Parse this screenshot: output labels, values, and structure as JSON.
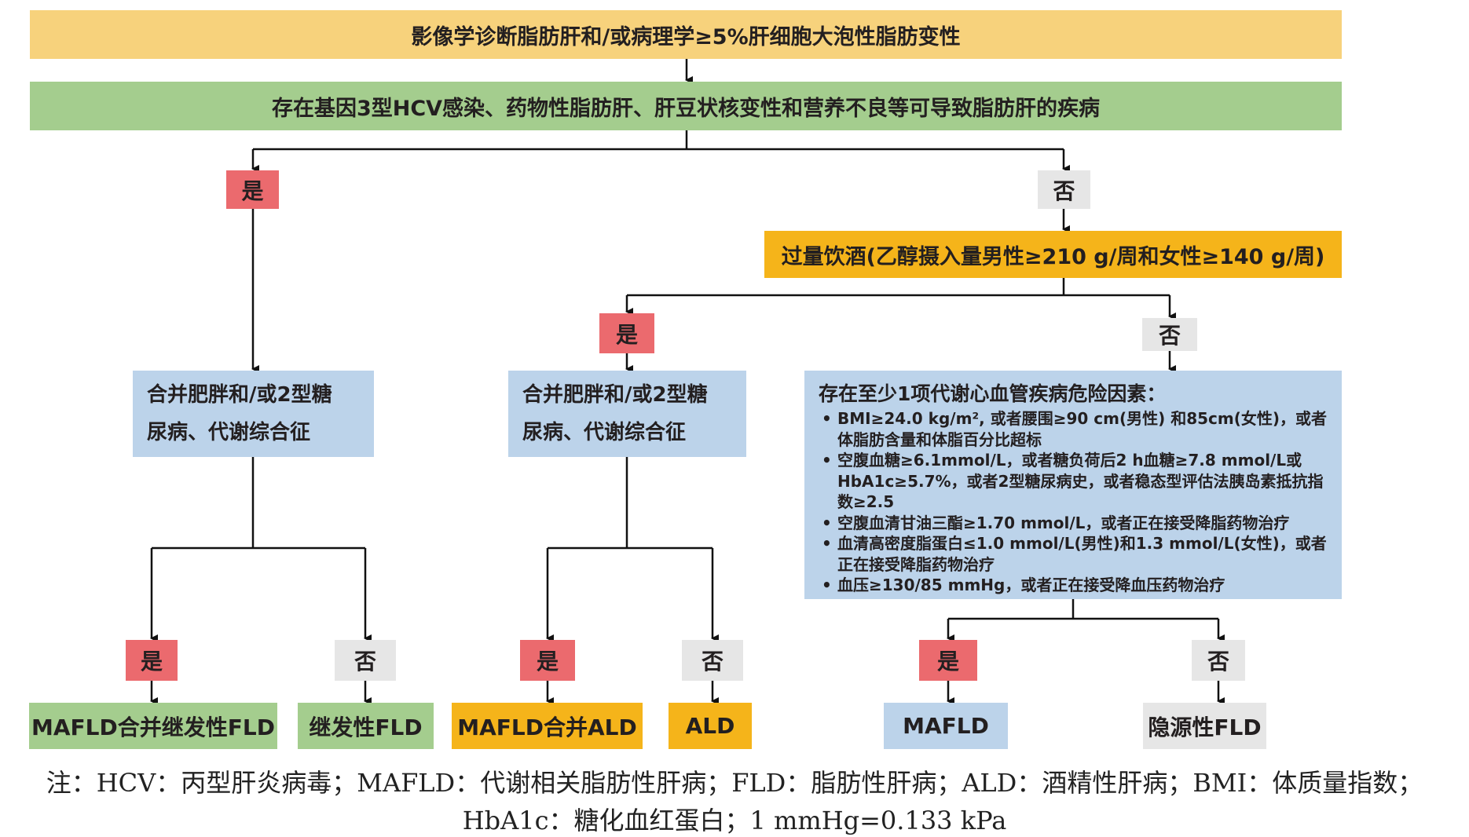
{
  "top_condition": "影像学诊断脂肪肝和/或病理学≥5%肝细胞大泡性脂肪变性",
  "secondary_causes": "存在基因3型HCV感染、药物性脂肪肝、肝豆状核变性和营养不良等可导致脂肪肝的疾病",
  "alcohol_condition": "过量饮酒(乙醇摄入量男性≥210 g/周和女性≥140 g/周)",
  "yes_label": "是",
  "no_label": "否",
  "combo_box": {
    "line1": "合并肥胖和/或2型糖",
    "line2": "尿病、代谢综合征"
  },
  "risk_box": {
    "title": "存在至少1项代谢心血管疾病危险因素：",
    "items": [
      "BMI≥24.0 kg/m², 或者腰围≥90 cm(男性) 和85cm(女性)，或者体脂肪含量和体脂百分比超标",
      "空腹血糖≥6.1mmol/L，或者糖负荷后2 h血糖≥7.8 mmol/L或HbA1c≥5.7%，或者2型糖尿病史，或者稳态型评估法胰岛素抵抗指数≥2.5",
      "空腹血清甘油三酯≥1.70 mmol/L，或者正在接受降脂药物治疗",
      "血清高密度脂蛋白≤1.0 mmol/L(男性)和1.3 mmol/L(女性)，或者正在接受降脂药物治疗",
      "血压≥130/85 mmHg，或者正在接受降血压药物治疗"
    ]
  },
  "results": {
    "mafld_secondary": "MAFLD合并继发性FLD",
    "secondary_fld": "继发性FLD",
    "mafld_ald": "MAFLD合并ALD",
    "ald": "ALD",
    "mafld": "MAFLD",
    "cryptogenic_fld": "隐源性FLD"
  },
  "note": {
    "line1": "注：HCV：丙型肝炎病毒；MAFLD：代谢相关脂肪性肝病；FLD：脂肪性肝病；ALD：酒精性肝病；BMI：体质量指数；",
    "line2": "HbA1c：糖化血红蛋白；1 mmHg=0.133 kPa"
  },
  "colors": {
    "yellow_bar": "#f7d27c",
    "green_bar": "#a4cd8e",
    "orange_bar": "#f5b41a",
    "blue_box": "#bcd3ea",
    "yes_red": "#eb6a6e",
    "no_grey": "#e6e6e6"
  }
}
